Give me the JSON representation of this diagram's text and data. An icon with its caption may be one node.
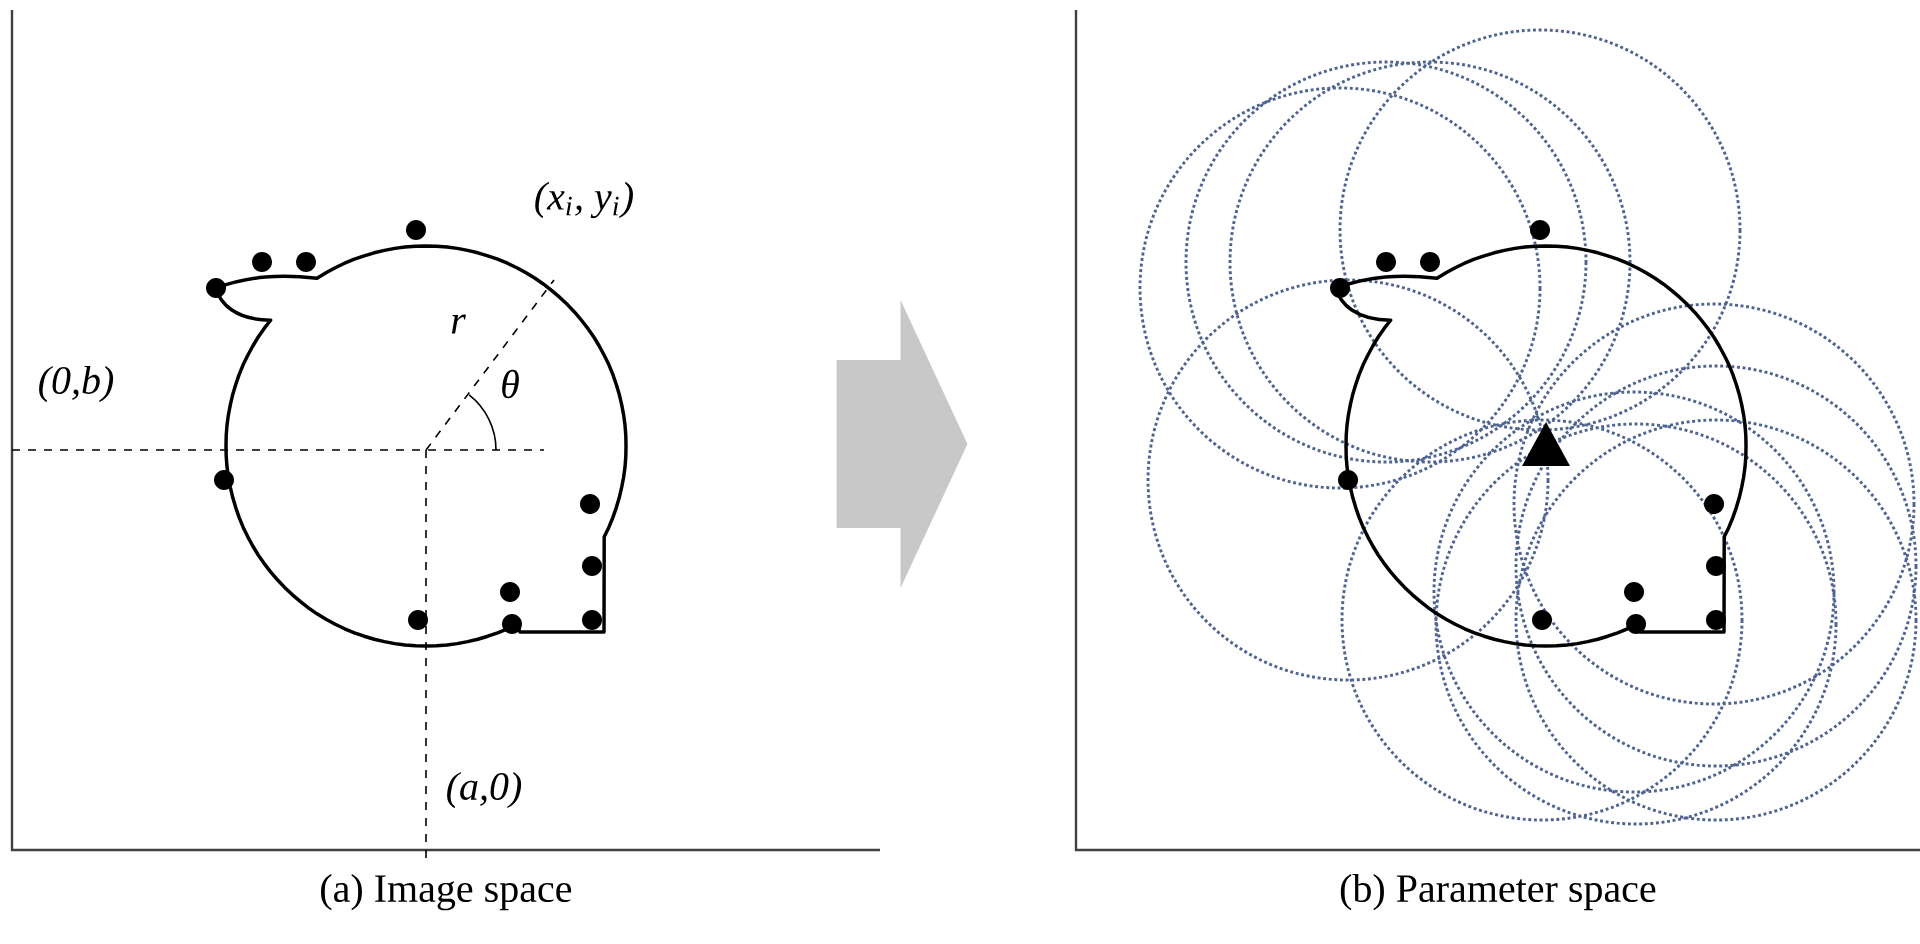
{
  "diagram": {
    "nodes": [
      {
        "text": [
          "(a) Image space"
        ]
      },
      {
        "text": [
          "(b) Parameter space"
        ]
      }
    ],
    "edges": [
      {
        "from": 0,
        "to": 1,
        "arrow": "to"
      }
    ],
    "labels": [
      "(x$_{i}$, y$_{i}$)",
      "r",
      "θ",
      "(0,b)",
      "(a,0)"
    ]
  }
}
